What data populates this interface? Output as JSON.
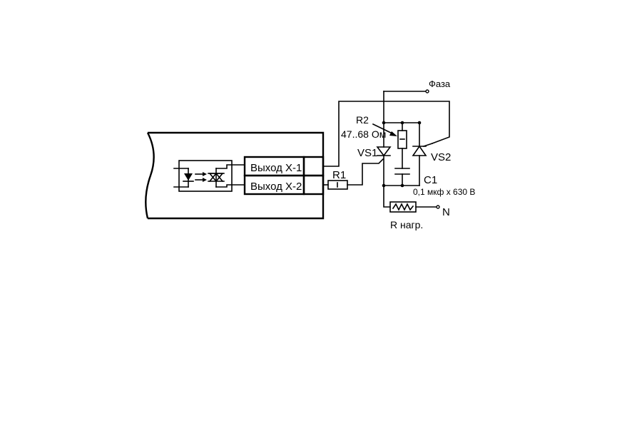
{
  "labels": {
    "phase": "Фаза",
    "r2": "R2",
    "r2_value": "47..68 Ом",
    "vs1": "VS1",
    "vs2": "VS2",
    "r1": "R1",
    "c1": "C1",
    "c1_value": "0,1 мкф x 630 В",
    "neutral": "N",
    "r_load": "R нагр.",
    "out1": "Выход X-1",
    "out2": "Выход X-2"
  }
}
